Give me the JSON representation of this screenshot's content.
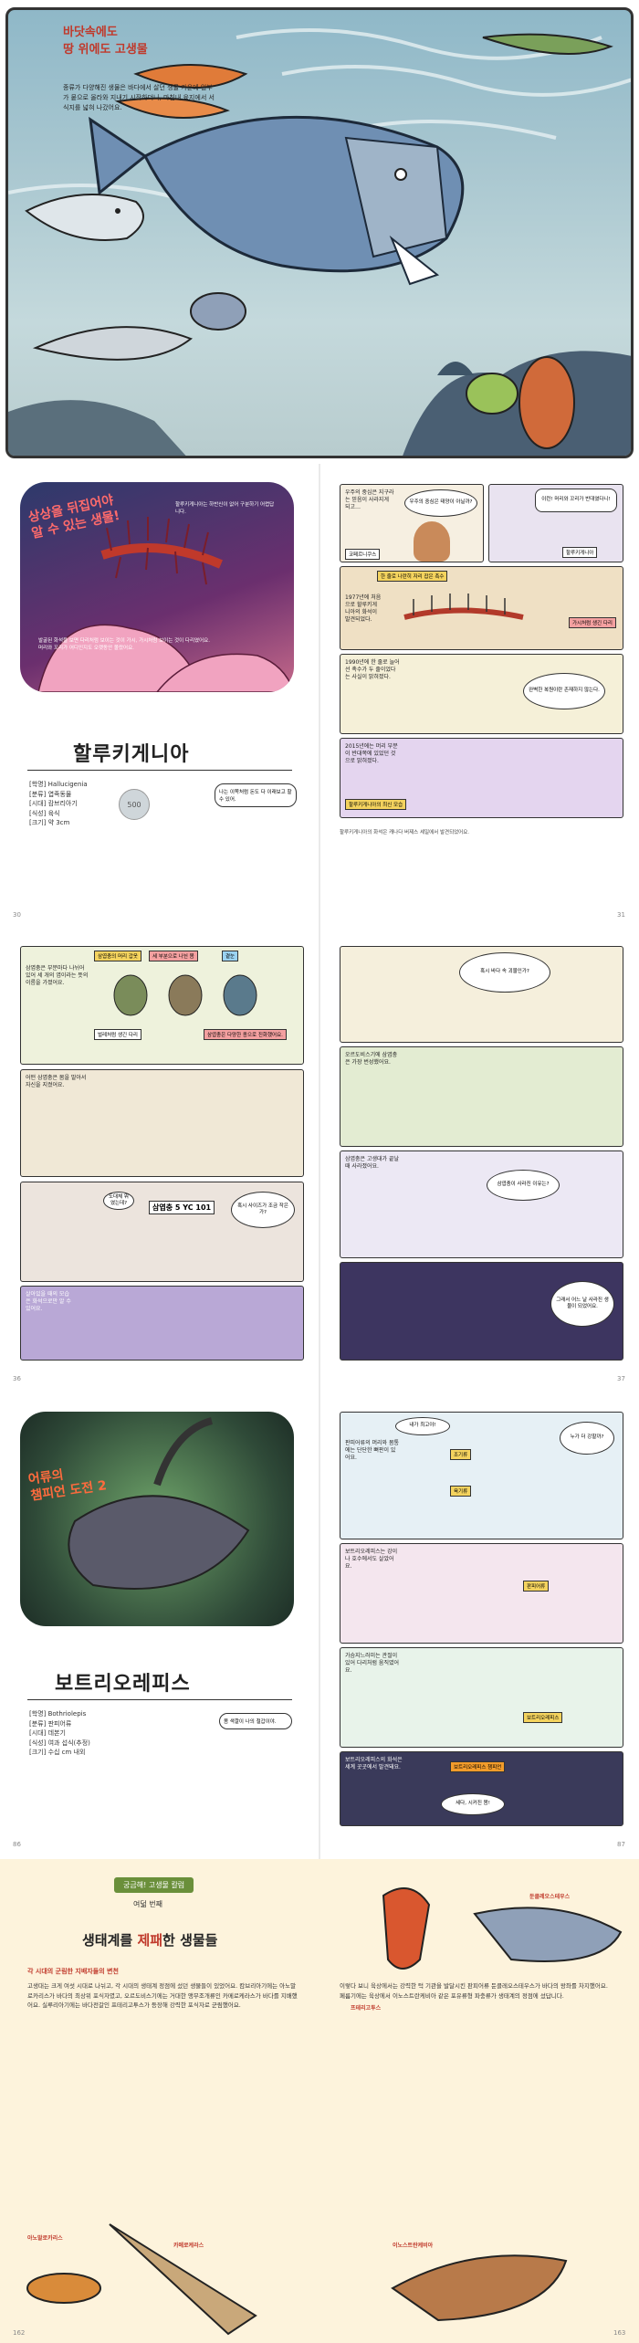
{
  "spread1": {
    "title_line1": "바닷속에도",
    "title_line2": "땅 위에도 고생물",
    "body": "종류가 다양해진 생물은 바다에서 살던 생물 가운데 일부가 뭍으로 올라와 지내기 시작하더니, 마침내 육지에서 서식지를 넓혀 나갔어요."
  },
  "spread2": {
    "left_page_num": "30",
    "right_page_num": "31",
    "headline_line1": "상상을 뒤집어야",
    "headline_line2": "알 수 있는 생물!",
    "name": "할루키게니아",
    "info": [
      "[학명] Hallucigenia",
      "[분류] 엽족동물",
      "[시대] 캄브리아기",
      "[식성] 육식",
      "[크기] 약 3cm"
    ],
    "coin_value": "500",
    "speech": "나는 이쪽처럼 돈도 다 이래보고 할 수 있어.",
    "side_caption": "할루키게니아는 하반신이 없어 구분하기 어렵답니다.",
    "bullets": [
      "발굴된 화석을 보면 다리처럼 보이는 것이 가시, 가시처럼 보이는 것이 다리였어요.",
      "머리와 꼬리가 어디인지도 오랫동안 몰랐어요."
    ],
    "comic_caption1": "우주의 중심은 지구라는 믿음이 사라지게 되고…",
    "comic_caption2": "한 줄로 나란히 자리 잡은 촉수",
    "comic_caption3": "1977년에 처음으로 할루키게니아의 화석이 발견되었다.",
    "comic_caption4": "1990년에 한 줄로 늘어선 촉수가 두 줄이었다는 사실이 밝혀졌다.",
    "comic_caption5": "2015년에는 머리 부분이 반대쪽에 있었던 것으로 밝혀졌다.",
    "comic_bubble1": "우주의 중심은 태양이 아닐까?",
    "comic_bubble2": "이런! 머리와 꼬리가 반대였다니!",
    "comic_bubble3": "완벽한 복원이란 존재하지 않는다.",
    "comic_label1": "코페르니쿠스",
    "comic_label2": "할루키게니아",
    "comic_label3": "가시처럼 생긴 다리",
    "comic_label4": "할루키게니아의 최신 모습",
    "bottom_note": "할루키게니아의 화석은 캐나다 버제스 셰일에서 발견되었어요."
  },
  "spread3": {
    "left_page_num": "36",
    "right_page_num": "37",
    "label1": "삼엽충의 머리 갑옷",
    "label2": "세 부분으로 나뉜 몸",
    "label3": "곁눈",
    "label4": "벌레처럼 생긴 다리",
    "caption1": "삼엽충은 부분마다 나뉘어 있어 세 개의 엽이라는 뜻의 이름을 가졌어요.",
    "caption2": "삼엽충은 다양한 종으로 진화했어요.",
    "caption3": "어떤 삼엽충은 몸을 말아서 자신을 지켰어요.",
    "bubble1": "삼엽충 5 YC 101",
    "bubble2": "혹시 사이즈가 조금 작은가?",
    "bubble3": "도대체 뭐였는데?",
    "caption4": "살아있을 때의 모습은 화석으로만 알 수 있어요.",
    "caption5": "오르도비스기에 삼엽충은 가장 번성했어요.",
    "caption6": "삼엽충은 고생대가 끝날 때 사라졌어요.",
    "bubble4": "혹시 바다 속 괴물인가?",
    "bubble5": "삼엽충이 사라진 이유는?",
    "bubble6": "그래서 어느 날 사라진 생물이 되었어요."
  },
  "spread4": {
    "left_page_num": "86",
    "right_page_num": "87",
    "headline_line1": "어류의",
    "headline_line2": "챔피언 도전 2",
    "name": "보트리오레피스",
    "info": [
      "[학명] Bothriolepis",
      "[분류] 판피어류",
      "[시대] 데본기",
      "[식성] 여과 섭식(추정)",
      "[크기] 수십 cm 내외"
    ],
    "speech": "몸 색깔이 나의 철갑이야.",
    "cap1": "판피어류의 머리와 몸통에는 단단한 뼈판이 있어요.",
    "cap2": "보트리오레피스는 강이나 호수에서도 살았어요.",
    "cap3": "가슴지느러미는 관절이 있어 다리처럼 움직였어요.",
    "cap4": "보트리오레피스의 화석은 세계 곳곳에서 발견돼요.",
    "bubble1": "내가 최고야!",
    "bubble2": "누가 더 강할까?",
    "bubble3": "세다, 시커진 몸!",
    "label1": "조기류",
    "label2": "육기류",
    "label3": "판피어류",
    "label4": "보트리오레피스",
    "sign": "보트리오레피스 챔피언"
  },
  "spread5": {
    "left_page_num": "162",
    "right_page_num": "163",
    "tag": "궁금해! 고생물 칼럼",
    "subtag": "여덟 번째",
    "title_pre": "생태계를 ",
    "title_red": "제패",
    "title_post": "한 생물들",
    "red_head": "각 시대의 군림한 지배자들의 변천",
    "body_left": "고생대는 크게 여섯 시대로 나뉘고, 각 시대의 생태계 정점에 섰던 생물들이 있었어요. 캄브리아기에는 아노말로카리스가 바다의 최상위 포식자였고, 오르도비스기에는 거대한 앵무조개류인 카메로케라스가 바다를 지배했어요. 실루리아기에는 바다전갈인 프테리고투스가 등장해 강력한 포식자로 군림했어요.",
    "body_right": "이렇다 보니 육상에서는 강력한 턱 기관을 발달시킨 판피어류 둔클레오스테우스가 바다의 왕좌를 차지했어요. 페름기에는 육상에서 이노스트란케비아 같은 포유류형 파충류가 생태계의 정점에 섰답니다.",
    "name1": "아노말로카리스",
    "name2": "카메로케라스",
    "name3": "프테리고투스",
    "name4": "둔클레오스테우스",
    "name5": "이노스트란케비아"
  }
}
